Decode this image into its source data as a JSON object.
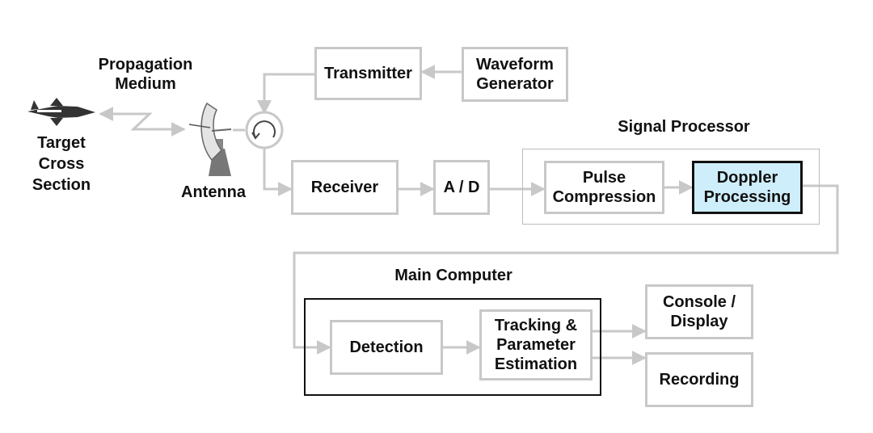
{
  "labels": {
    "propagation_medium": "Propagation\nMedium",
    "target_cross_section": "Target\nCross\nSection",
    "antenna": "Antenna",
    "signal_processor": "Signal Processor",
    "main_computer": "Main Computer"
  },
  "blocks": {
    "transmitter": "Transmitter",
    "waveform_generator": "Waveform\nGenerator",
    "receiver": "Receiver",
    "ad": "A / D",
    "pulse_compression": "Pulse\nCompression",
    "doppler_processing": "Doppler\nProcessing",
    "detection": "Detection",
    "tracking": "Tracking &\nParameter\nEstimation",
    "console_display": "Console /\nDisplay",
    "recording": "Recording"
  },
  "colors": {
    "box_border": "#c8c8c8",
    "highlight_fill": "#cfeefc",
    "connector": "#c8c8c8",
    "text": "#111111"
  },
  "icons": [
    "jet-aircraft-icon",
    "antenna-dish-icon",
    "circulator-icon"
  ]
}
